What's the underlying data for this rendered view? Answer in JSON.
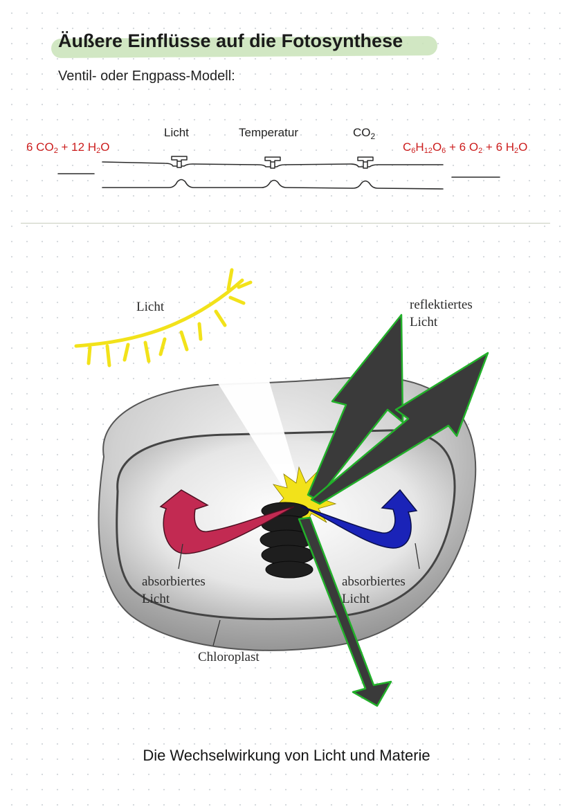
{
  "header": {
    "title": "Äußere Einflüsse auf die Fotosynthese",
    "subtitle": "Ventil- oder Engpass-Modell:"
  },
  "valve_model": {
    "reactants": {
      "p1": "6 CO",
      "s1": "2",
      "p2": " + 12 H",
      "s2": "2",
      "p3": "O"
    },
    "products": {
      "p1": "C",
      "s1": "6",
      "p2": "H",
      "s2": "12",
      "p3": "O",
      "s3": "6",
      "p4": " + 6 O",
      "s4": "2",
      "p5": " + 6 H",
      "s5": "2",
      "p6": "O"
    },
    "factors": {
      "light": "Licht",
      "temperature": "Temperatur",
      "co2": {
        "base": "CO",
        "sub": "2"
      }
    }
  },
  "illustration": {
    "labels": {
      "light": "Licht",
      "reflected_line1": "reflektiertes",
      "reflected_line2": "Licht",
      "absorbed_left_line1": "absorbiertes",
      "absorbed_left_line2": "Licht",
      "absorbed_right_line1": "absorbiertes",
      "absorbed_right_line2": "Licht",
      "chloroplast": "Chloroplast"
    },
    "caption": "Die Wechselwirkung von Licht und Materie"
  },
  "colors": {
    "chemistry": "#cc1d1d",
    "title_highlight": "#c9e3b9",
    "sun": "#f2e21a",
    "absorbed_red": "#c22a52",
    "absorbed_blue": "#1a23b8",
    "arrow": "#3a3a3a",
    "arrow_outline": "#22b02a"
  }
}
